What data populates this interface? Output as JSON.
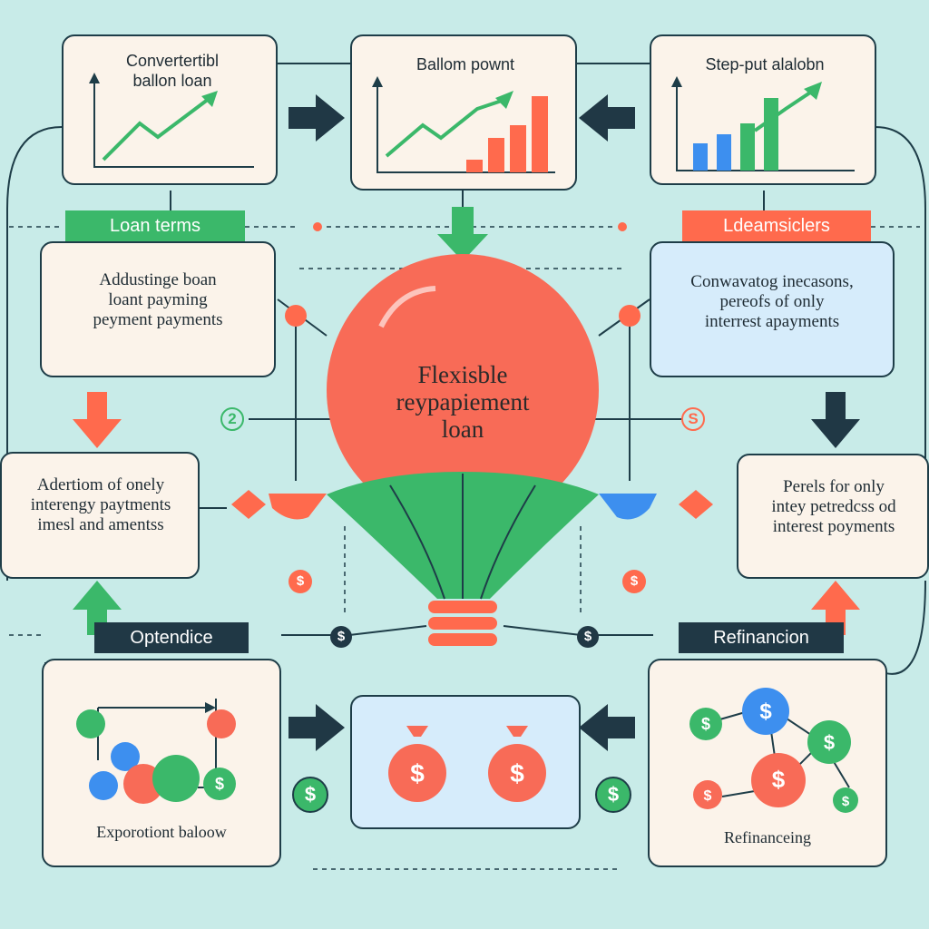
{
  "center": {
    "title_line1": "Flexisble",
    "title_line2": "reypapiement",
    "title_line3": "loan"
  },
  "top_cards": [
    {
      "title_line1": "Convertertibl",
      "title_line2": "ballon loan"
    },
    {
      "title_line1": "Ballom pownt"
    },
    {
      "title_line1": "Step-put alalobn"
    }
  ],
  "tabs": {
    "loan_terms": "Loan terms",
    "ldeamsiclers": "Ldeamsiclers",
    "optendice": "Optendice",
    "refinancion": "Refinancion"
  },
  "left_upper_card": {
    "line1": "Addustinge boan",
    "line2": "loant payming",
    "line3": "peyment payments"
  },
  "right_upper_card": {
    "line1": "Conwavatog inecasons,",
    "line2": "pereofs  of only",
    "line3": "interrest apayments"
  },
  "left_mid_card": {
    "line1": "Adertiom of onely",
    "line2": "interengy paytments",
    "line3": "imesl and amentss"
  },
  "right_mid_card": {
    "line1": "Perels for only",
    "line2": "intey petredcss od",
    "line3": "interest poyments"
  },
  "bottom_left_card": {
    "caption": "Exporotiont baloow"
  },
  "bottom_right_card": {
    "caption": "Refinanceing"
  },
  "markers": {
    "number_two": "2",
    "dollar": "$",
    "s_letter": "S"
  },
  "colors": {
    "background": "#c8ebe8",
    "accent_red": "#ff6a4d",
    "accent_green": "#3bb86a",
    "accent_blue": "#3d8fef",
    "dark": "#203845"
  },
  "icons": [
    "chart-icon",
    "money-bag-icon",
    "dollar-coin-icon",
    "arrow-icon",
    "diamond-icon"
  ]
}
